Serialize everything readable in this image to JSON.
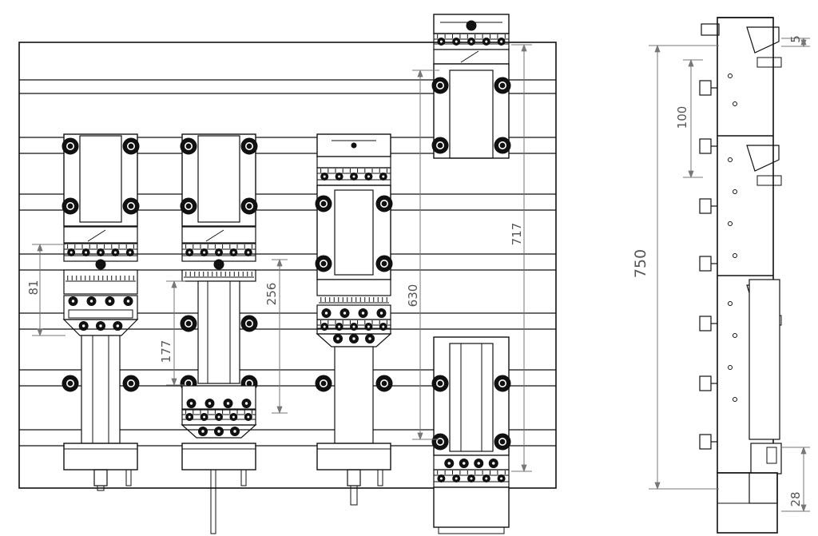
{
  "drawing": {
    "colors": {
      "line": "#111111",
      "dimension": "#777777",
      "background": "#ffffff"
    },
    "dimensions": [
      {
        "id": "dim-81",
        "label": "81"
      },
      {
        "id": "dim-177",
        "label": "177"
      },
      {
        "id": "dim-256",
        "label": "256"
      },
      {
        "id": "dim-630",
        "label": "630"
      },
      {
        "id": "dim-717",
        "label": "717"
      },
      {
        "id": "dim-750",
        "label": "750"
      },
      {
        "id": "dim-100",
        "label": "100"
      },
      {
        "id": "dim-5",
        "label": "5"
      },
      {
        "id": "dim-28",
        "label": "28"
      }
    ]
  }
}
